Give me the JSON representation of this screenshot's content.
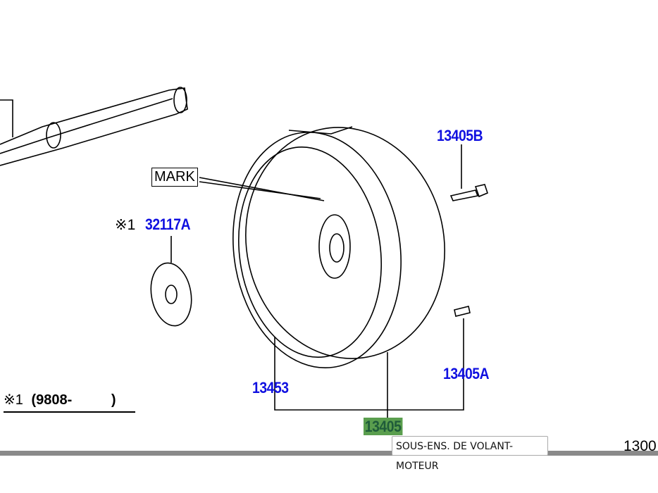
{
  "callouts": {
    "bolt": "13405B",
    "plate_prefix": "※1",
    "plate": "32117A",
    "ring": "13453",
    "pin": "13405A",
    "flywheel": "13405"
  },
  "mark_label": "MARK",
  "footnote": {
    "symbol": "※1",
    "range": "(9808-",
    "close": ")"
  },
  "tooltip": "SOUS-ENS. DE VOLANT-MOTEUR",
  "partial_next": "1300",
  "colors": {
    "callout": "#1010e0",
    "highlight": "#5a9e4e"
  }
}
